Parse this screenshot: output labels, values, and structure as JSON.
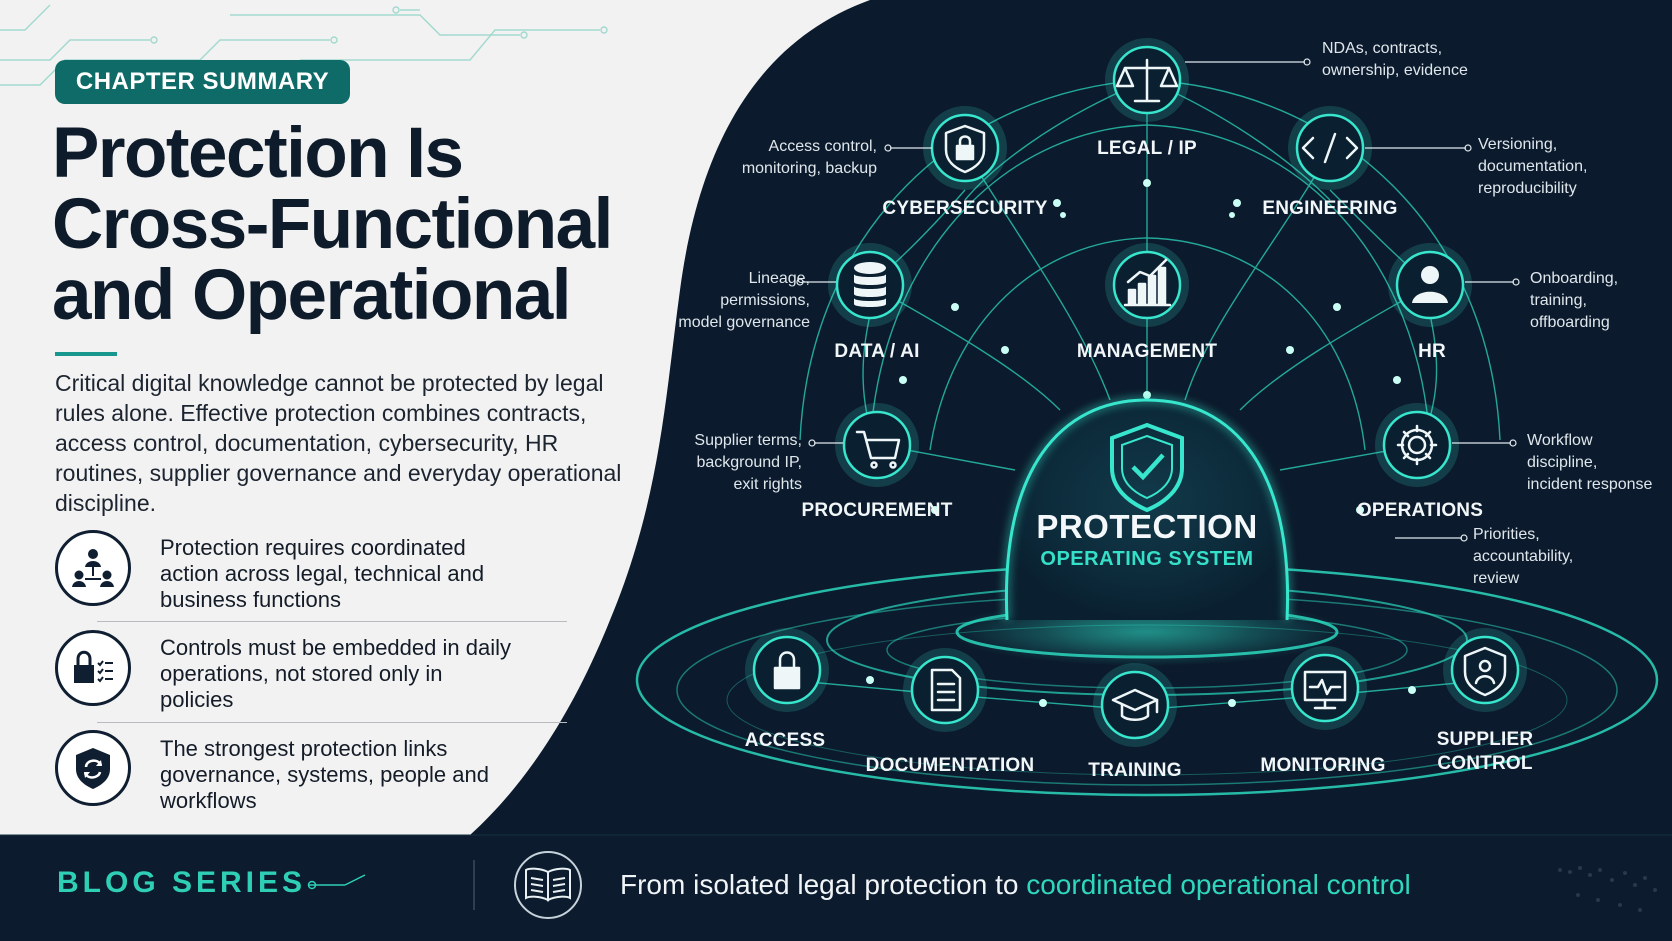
{
  "badge": "CHAPTER SUMMARY",
  "title": {
    "line1": "Protection Is",
    "line2": "Cross-Functional",
    "line3": "and Operational"
  },
  "intro": "Critical digital knowledge cannot be protected by legal rules alone. Effective protection combines contracts, access control, documentation, cybersecurity, HR routines, supplier governance and everyday operational discipline.",
  "key_points": [
    {
      "text": "Protection requires coordinated action across legal, technical and business functions",
      "icon": "team-network-icon"
    },
    {
      "text": "Controls must be embedded in daily operations, not stored only in policies",
      "icon": "lock-checklist-icon"
    },
    {
      "text": "The strongest protection links governance, systems, people and workflows",
      "icon": "shield-cycle-icon"
    }
  ],
  "center": {
    "title": "PROTECTION",
    "subtitle": "OPERATING SYSTEM",
    "icon": "shield-check-icon"
  },
  "nodes": {
    "legal": {
      "label": "LEGAL / IP",
      "icon": "scales-icon",
      "note": "NDAs, contracts,\nownership, evidence"
    },
    "cybersecurity": {
      "label": "CYBERSECURITY",
      "icon": "shield-lock-icon",
      "note": "Access control,\nmonitoring, backup"
    },
    "engineering": {
      "label": "ENGINEERING",
      "icon": "code-icon",
      "note": "Versioning,\ndocumentation,\nreproducibility"
    },
    "data_ai": {
      "label": "DATA / AI",
      "icon": "database-icon",
      "note": "Lineage,\npermissions,\nmodel governance"
    },
    "management": {
      "label": "MANAGEMENT",
      "icon": "bar-chart-icon",
      "note": "Priorities,\naccountability,\nreview"
    },
    "hr": {
      "label": "HR",
      "icon": "person-icon",
      "note": "Onboarding,\ntraining,\noffboarding"
    },
    "procurement": {
      "label": "PROCUREMENT",
      "icon": "cart-icon",
      "note": "Supplier terms,\nbackground IP,\nexit rights"
    },
    "operations": {
      "label": "OPERATIONS",
      "icon": "gear-icon",
      "note": "Workflow\ndiscipline,\nincident response"
    }
  },
  "platform": [
    {
      "label": "ACCESS",
      "icon": "padlock-icon"
    },
    {
      "label": "DOCUMENTATION",
      "icon": "document-icon"
    },
    {
      "label": "TRAINING",
      "icon": "graduation-cap-icon"
    },
    {
      "label": "MONITORING",
      "icon": "monitor-icon"
    },
    {
      "label": "SUPPLIER\nCONTROL",
      "icon": "supplier-shield-icon"
    }
  ],
  "footer": {
    "series": "BLOG SERIES",
    "icon": "book-icon",
    "tagline_plain": "From isolated legal protection to ",
    "tagline_highlight": "coordinated operational control"
  },
  "colors": {
    "navy": "#0b1a2c",
    "teal": "#17978d",
    "glow": "#35e0c8",
    "panel": "#f2f2f2"
  }
}
